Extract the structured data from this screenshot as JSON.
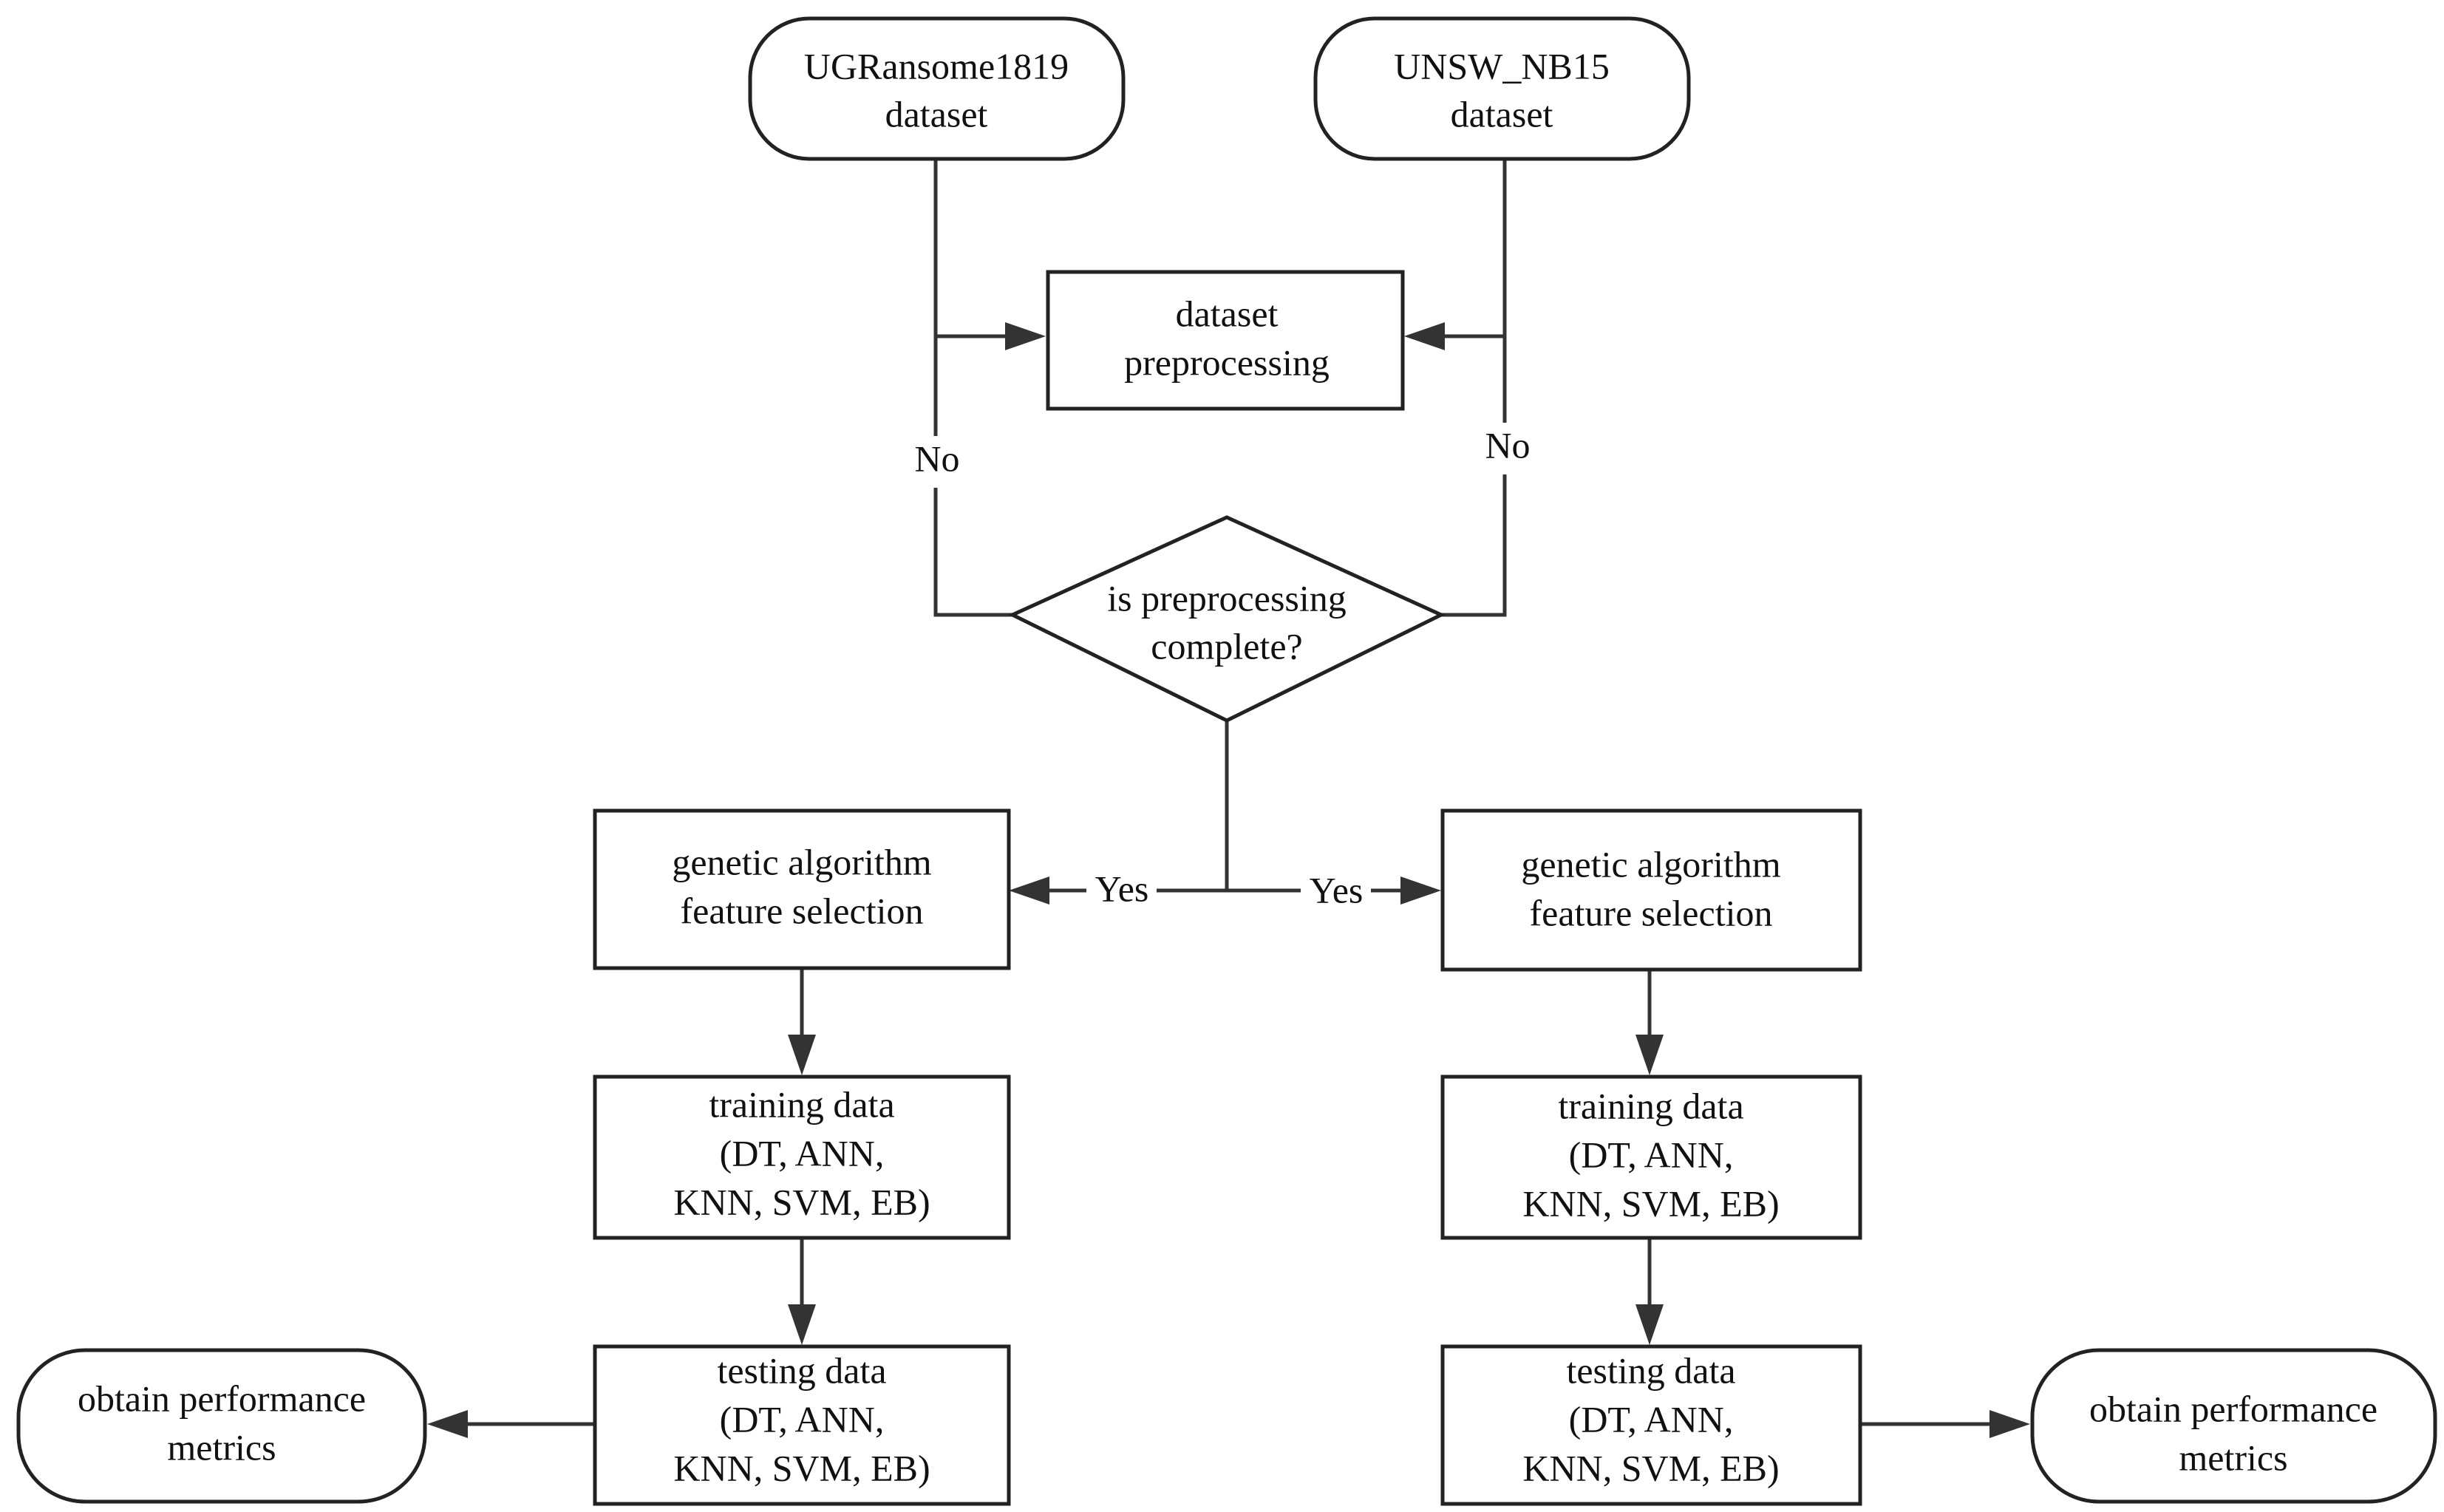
{
  "nodes": {
    "ugransome": {
      "lines": [
        "UGRansome1819",
        "dataset"
      ]
    },
    "unsw": {
      "lines": [
        "UNSW_NB15",
        "dataset"
      ]
    },
    "preprocessing": {
      "lines": [
        "dataset",
        "preprocessing"
      ]
    },
    "decision": {
      "lines": [
        "is preprocessing",
        "complete?"
      ]
    },
    "ga_left": {
      "lines": [
        "genetic algorithm",
        "feature selection"
      ]
    },
    "ga_right": {
      "lines": [
        "genetic algorithm",
        "feature selection"
      ]
    },
    "train_left": {
      "lines": [
        "training data",
        "(DT, ANN,",
        "KNN, SVM,  EB)"
      ]
    },
    "train_right": {
      "lines": [
        "training data",
        "(DT,  ANN,",
        "KNN,  SVM,  EB)"
      ]
    },
    "test_left": {
      "lines": [
        "testing data",
        "(DT, ANN,",
        "KNN,  SVM, EB)"
      ]
    },
    "test_right": {
      "lines": [
        "testing data",
        "(DT,  ANN,",
        "KNN,  SVM,  EB)"
      ]
    },
    "metrics_left": {
      "lines": [
        "obtain performance",
        "metrics"
      ]
    },
    "metrics_right": {
      "lines": [
        "obtain performance",
        "metrics"
      ]
    }
  },
  "edge_labels": {
    "no_left": "No",
    "no_right": "No",
    "yes_left": "Yes",
    "yes_right": "Yes"
  },
  "colors": {
    "stroke": "#222222",
    "background": "#ffffff"
  }
}
